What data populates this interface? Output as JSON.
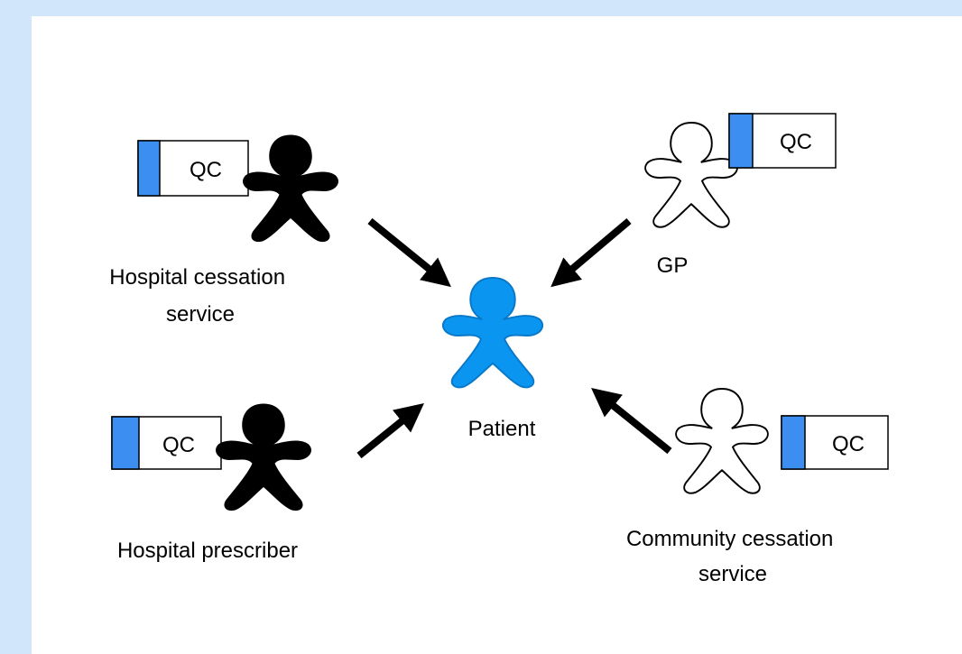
{
  "colors": {
    "background": "#d2e6fb",
    "panel": "#ffffff",
    "patient": "#0a96f0",
    "qc_tab": "#3c8ff0",
    "arrow": "#000000"
  },
  "patient": {
    "label": "Patient"
  },
  "actors": [
    {
      "id": "hospital-cessation",
      "label_lines": [
        "Hospital cessation",
        "service"
      ],
      "figure": "solid-black",
      "qc": "QC"
    },
    {
      "id": "gp",
      "label_lines": [
        "GP"
      ],
      "figure": "outline",
      "qc": "QC"
    },
    {
      "id": "hospital-prescriber",
      "label_lines": [
        "Hospital prescriber"
      ],
      "figure": "solid-black",
      "qc": "QC"
    },
    {
      "id": "community-cessation",
      "label_lines": [
        "Community cessation",
        "service"
      ],
      "figure": "outline",
      "qc": "QC"
    }
  ]
}
